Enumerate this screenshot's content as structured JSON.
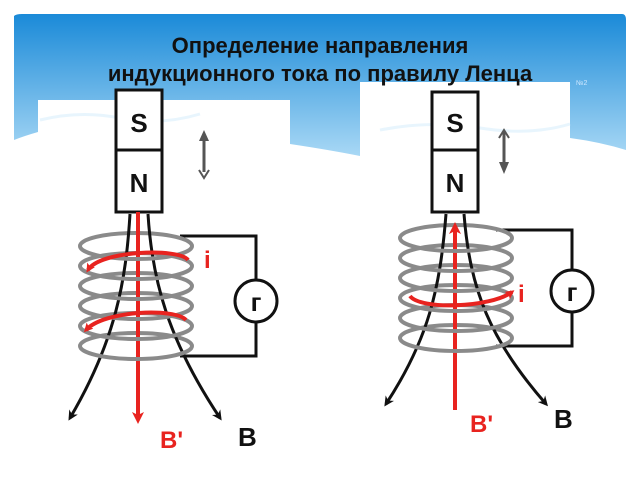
{
  "title": {
    "line1": "Определение направления",
    "line2": "индукционного тока по правилу Ленца"
  },
  "slide_number": "№2",
  "colors": {
    "sky_top": "#1a8ad8",
    "sky_bottom": "#a8d8f5",
    "current_red": "#e8231f",
    "ink": "#111111",
    "coil_grey": "#8a8a8a"
  },
  "left_setup": {
    "magnet_top_pole": "S",
    "magnet_bottom_pole": "N",
    "current_label": "i",
    "galvanometer_label": "г",
    "induced_field_label": "B'",
    "field_label": "B"
  },
  "right_setup": {
    "magnet_top_pole": "S",
    "magnet_bottom_pole": "N",
    "current_label": "i",
    "galvanometer_label": "г",
    "induced_field_label": "B'",
    "field_label": "B"
  }
}
